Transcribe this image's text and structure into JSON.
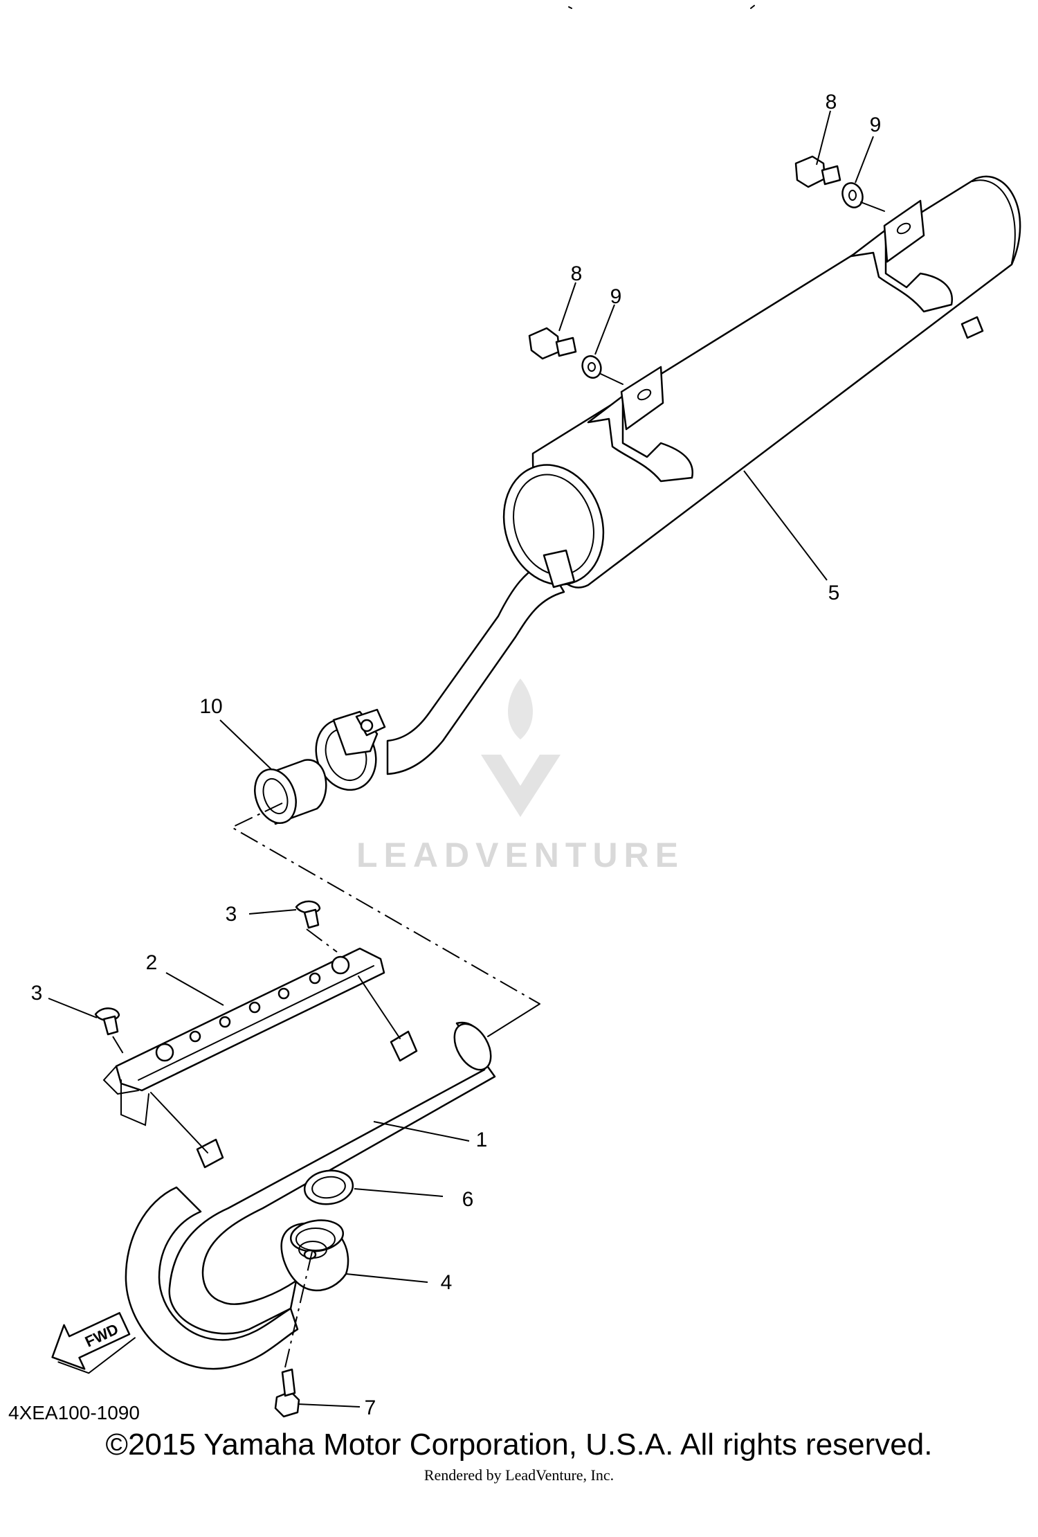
{
  "diagram": {
    "code": "4XEA100-1090",
    "copyright": "©2015 Yamaha Motor Corporation, U.S.A. All rights reserved.",
    "rendered_by": "Rendered by LeadVenture, Inc.",
    "watermark": "LEADVENTURE",
    "fwd_label": "FWD",
    "callouts": {
      "p1": "1",
      "p2": "2",
      "p3a": "3",
      "p3b": "3",
      "p4": "4",
      "p5": "5",
      "p6": "6",
      "p7": "7",
      "p8a": "8",
      "p8b": "8",
      "p9a": "9",
      "p9b": "9",
      "p10": "10"
    }
  }
}
